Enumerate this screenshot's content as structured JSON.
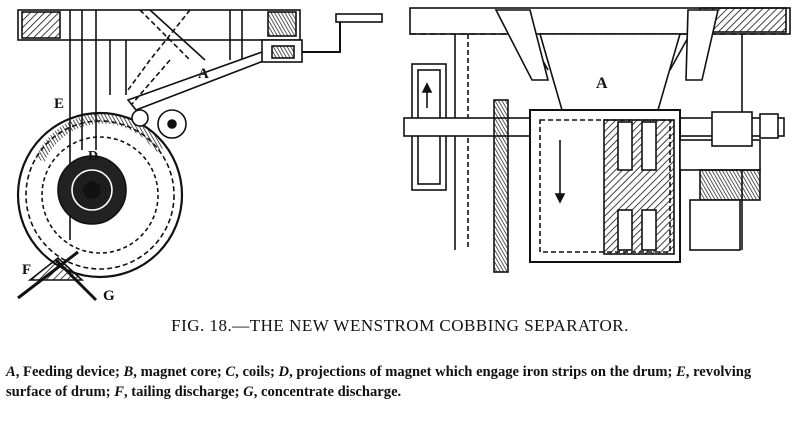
{
  "figure": {
    "labels": {
      "left_A": "A",
      "left_E": "E",
      "left_D": "D",
      "left_F": "F",
      "left_G": "G",
      "right_A": "A"
    }
  },
  "caption": {
    "title": "FIG. 18.—THE NEW WENSTROM COBBING SEPARATOR.",
    "legend": [
      {
        "letter": "A",
        "text": ", Feeding device; "
      },
      {
        "letter": "B",
        "text": ", magnet core; "
      },
      {
        "letter": "C",
        "text": ", coils; "
      },
      {
        "letter": "D",
        "text": ", projections of magnet which engage iron strips on the drum; "
      },
      {
        "letter": "E",
        "text": ", revolving surface of drum; "
      },
      {
        "letter": "F",
        "text": ", tailing discharge; "
      },
      {
        "letter": "G",
        "text": ", concentrate discharge."
      }
    ]
  }
}
